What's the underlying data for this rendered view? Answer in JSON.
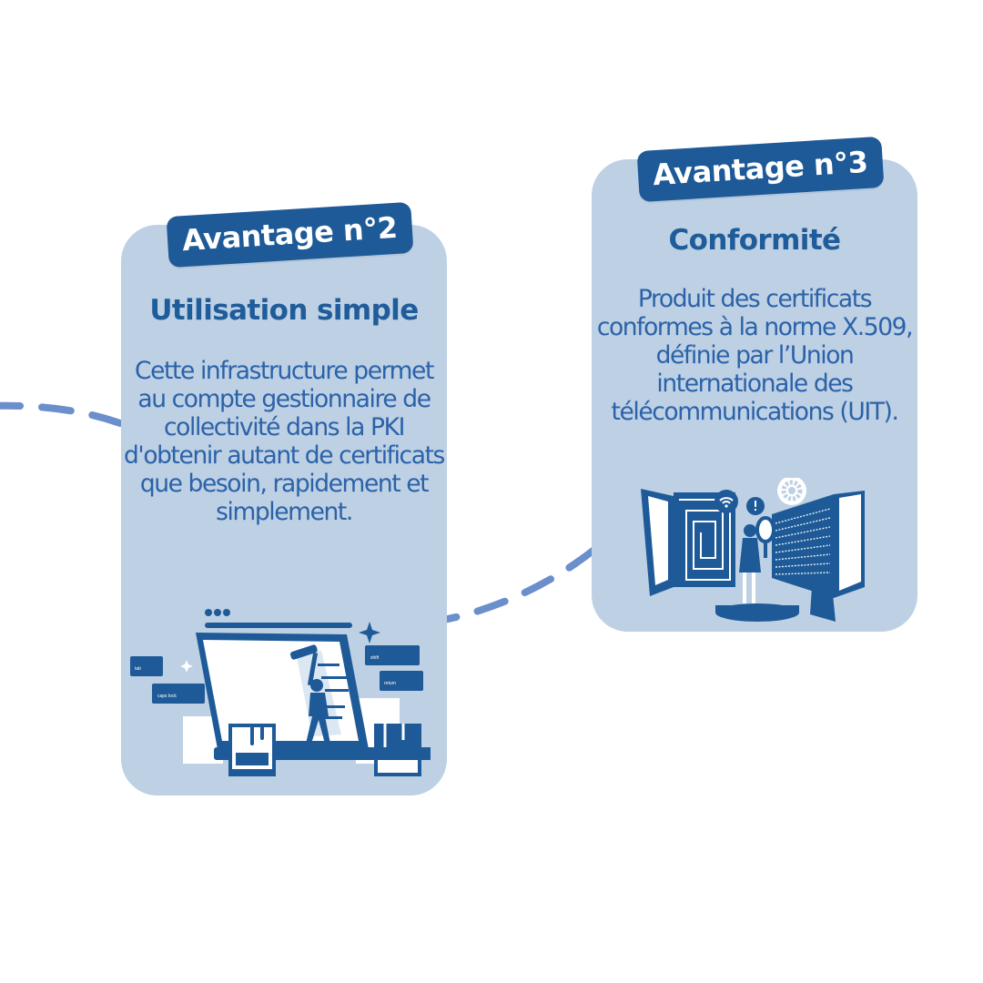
{
  "colors": {
    "card_bg": "#bdd0e4",
    "badge_bg": "#1e5a98",
    "title": "#1f5c9a",
    "text": "#2b62a8",
    "connector": "#6a8fcb"
  },
  "cards": [
    {
      "badge": "Avantage n°2",
      "title": "Utilisation simple",
      "description": "Cette infrastructure permet au compte gestionnaire de collectivité dans la PKI d'obtenir autant de certificats que besoin, rapidement et simplement.",
      "illustration": {
        "icon": "painter-on-monitor-illustration",
        "keys": [
          "tab",
          "caps lock",
          "shift",
          "return"
        ]
      }
    },
    {
      "badge": "Avantage n°3",
      "title": "Conformité",
      "description": "Produit des certificats conformes à la norme X.509, définie par l’Union internationale des télécommunications (UIT).",
      "illustration": {
        "icon": "person-maze-screens-illustration"
      }
    }
  ]
}
